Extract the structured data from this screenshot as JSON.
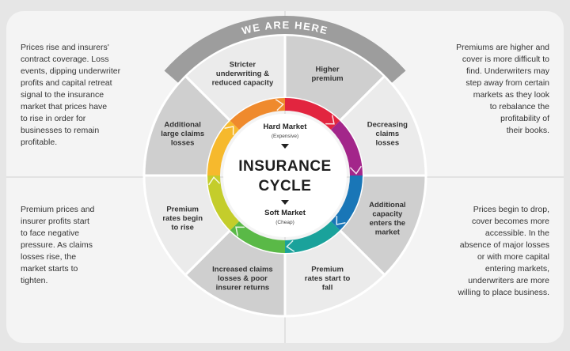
{
  "banner": {
    "label": "WE ARE HERE"
  },
  "center": {
    "title_line1": "INSURANCE",
    "title_line2": "CYCLE",
    "top_label": "Hard Market",
    "top_sub": "(Expensive)",
    "bottom_label": "Soft Market",
    "bottom_sub": "(Cheap)"
  },
  "segments": [
    {
      "id": "stricter-underwriting",
      "lines": [
        "Stricter",
        "underwriting &",
        "reduced capacity"
      ],
      "color": "#ef8a2d"
    },
    {
      "id": "higher-premium",
      "lines": [
        "Higher",
        "premium"
      ],
      "color": "#e2253f"
    },
    {
      "id": "decreasing-claims",
      "lines": [
        "Decreasing",
        "claims",
        "losses"
      ],
      "color": "#a3268a"
    },
    {
      "id": "additional-capacity",
      "lines": [
        "Additional",
        "capacity",
        "enters the",
        "market"
      ],
      "color": "#1976b7"
    },
    {
      "id": "premium-rates-fall",
      "lines": [
        "Premium",
        "rates start to",
        "fall"
      ],
      "color": "#1aa29b"
    },
    {
      "id": "increased-claims",
      "lines": [
        "Increased claims",
        "losses & poor",
        "insurer returns"
      ],
      "color": "#5ab947"
    },
    {
      "id": "premium-rates-rise",
      "lines": [
        "Premium",
        "rates begin",
        "to rise"
      ],
      "color": "#c4cd2b"
    },
    {
      "id": "additional-large-claims",
      "lines": [
        "Additional",
        "large claims",
        "losses"
      ],
      "color": "#f6b92d"
    }
  ],
  "quadrants": {
    "top_left": [
      "Prices rise and insurers'",
      "contract coverage. Loss",
      "events, dipping underwriter",
      "profits and capital retreat",
      "signal to the insurance",
      "market that prices have",
      "to rise in order for",
      "businesses to remain",
      "profitable."
    ],
    "top_right": [
      "Premiums are higher and",
      "cover is more difficult to",
      "find. Underwriters may",
      "step away from certain",
      "markets as they look",
      "to rebalance the",
      "profitability of",
      "their books."
    ],
    "bottom_left": [
      "Premium prices and",
      "insurer profits start",
      "to face negative",
      "pressure. As claims",
      "losses rise, the",
      "market starts to",
      "tighten."
    ],
    "bottom_right": [
      "Prices begin to drop,",
      "cover becomes more",
      "accessible. In the",
      "absence of major losses",
      "or with more capital",
      "entering markets,",
      "underwriters are more",
      "willing to place business."
    ]
  },
  "colors": {
    "page_bg": "#e6e6e6",
    "panel_bg": "#f4f4f4",
    "ring_dark": "#cfcfcf",
    "ring_light": "#ebebeb",
    "banner_bg": "#9d9d9d",
    "text": "#333333"
  }
}
